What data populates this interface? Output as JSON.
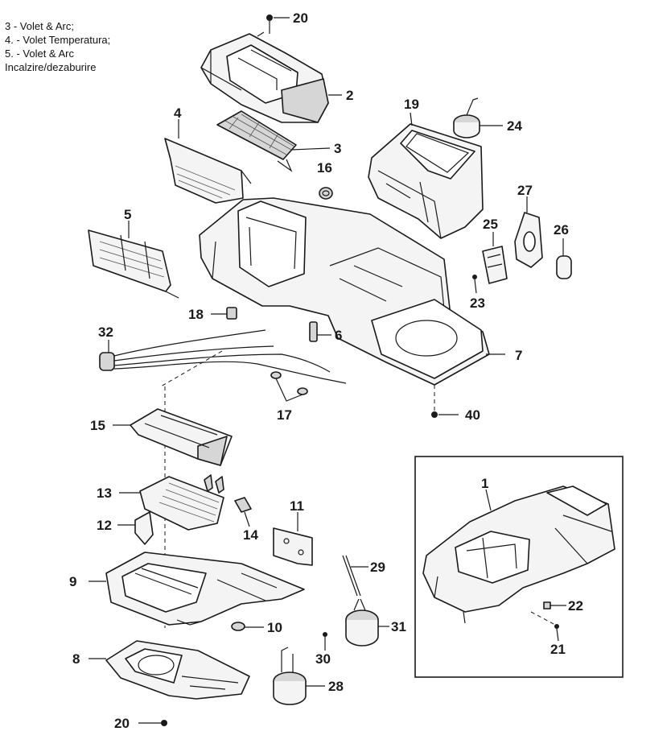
{
  "legend": {
    "line1": "3 - Volet & Arc;",
    "line2": "4. - Volet Temperatura;",
    "line3": "5. - Volet & Arc",
    "line4": "Incalzire/dezaburire"
  },
  "callouts": {
    "c1": "1",
    "c2": "2",
    "c3": "3",
    "c4": "4",
    "c5": "5",
    "c6": "6",
    "c7": "7",
    "c8": "8",
    "c9": "9",
    "c10": "10",
    "c11": "11",
    "c12": "12",
    "c13": "13",
    "c14": "14",
    "c15": "15",
    "c16": "16",
    "c17": "17",
    "c18": "18",
    "c19": "19",
    "c20a": "20",
    "c20b": "20",
    "c21": "21",
    "c22": "22",
    "c23": "23",
    "c24": "24",
    "c25": "25",
    "c26": "26",
    "c27": "27",
    "c28": "28",
    "c29": "29",
    "c30": "30",
    "c31": "31",
    "c32": "32",
    "c40": "40"
  }
}
